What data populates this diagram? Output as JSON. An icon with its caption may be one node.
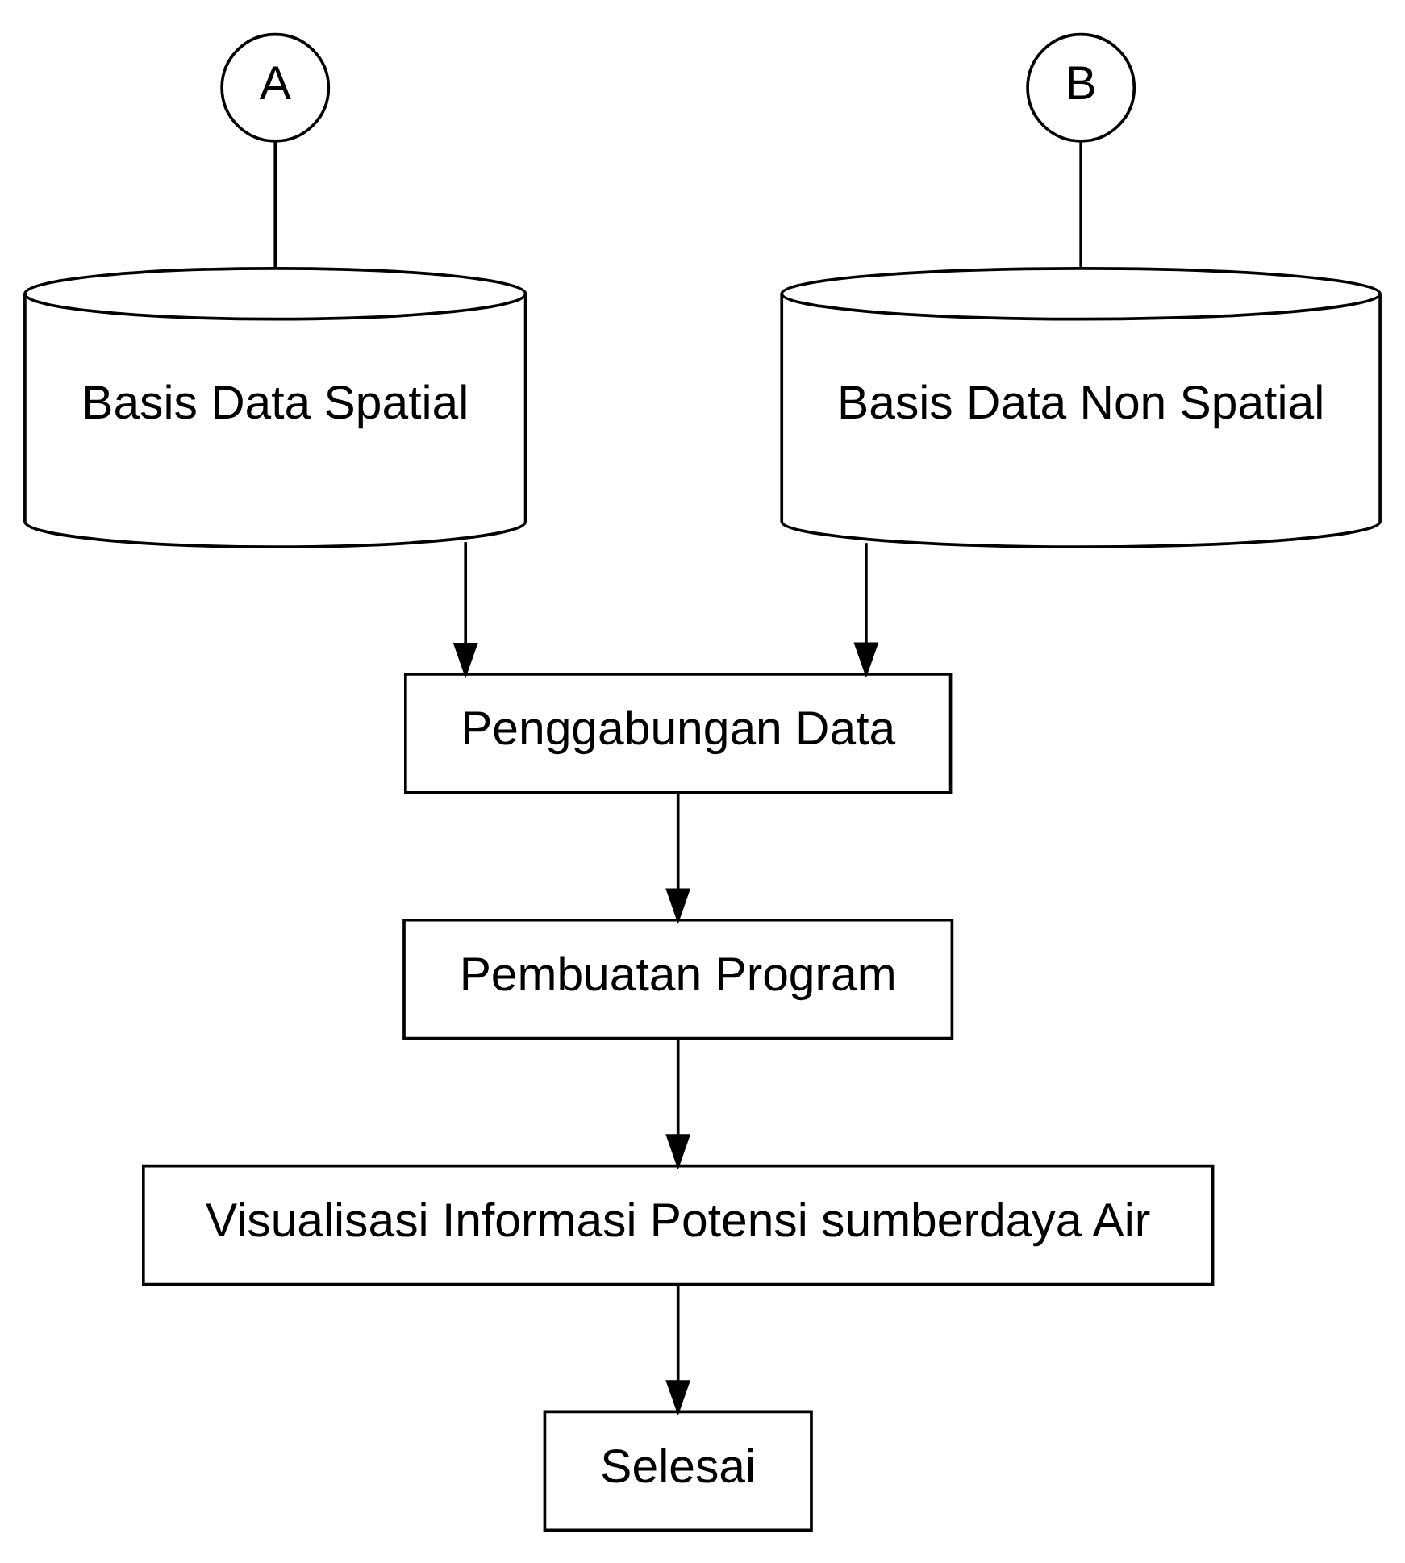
{
  "diagram": {
    "nodes": [
      {
        "text": [
          "A"
        ]
      },
      {
        "text": [
          "B"
        ]
      },
      {
        "text": [
          "Basis Data Spatial"
        ]
      },
      {
        "text": [
          "Basis Data Non Spatial"
        ]
      },
      {
        "text": [
          "Penggabungan Data"
        ]
      },
      {
        "text": [
          "Pembuatan Program"
        ]
      },
      {
        "text": [
          "Visualisasi Informasi Potensi sumberdaya Air"
        ]
      },
      {
        "text": [
          "Selesai"
        ]
      }
    ],
    "edges": [
      {
        "from": 0,
        "to": 2,
        "arrow": "none"
      },
      {
        "from": 1,
        "to": 3,
        "arrow": "none"
      },
      {
        "from": 2,
        "to": 4,
        "arrow": "to"
      },
      {
        "from": 3,
        "to": 4,
        "arrow": "to"
      },
      {
        "from": 4,
        "to": 5,
        "arrow": "to"
      },
      {
        "from": 5,
        "to": 6,
        "arrow": "to"
      },
      {
        "from": 6,
        "to": 7,
        "arrow": "to"
      }
    ]
  }
}
